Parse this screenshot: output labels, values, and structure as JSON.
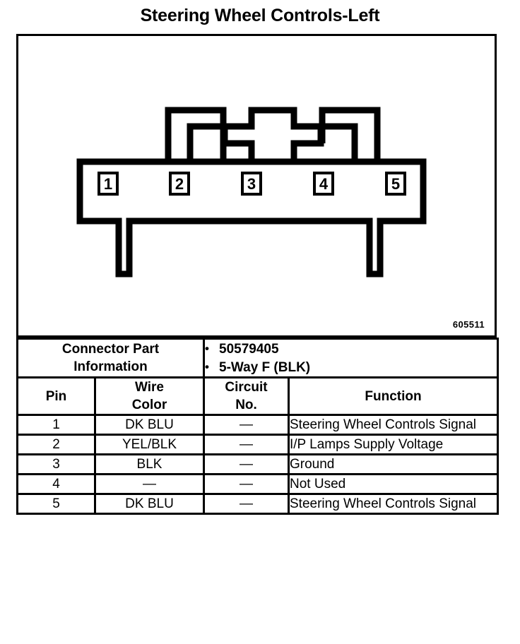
{
  "title": "Steering Wheel Controls-Left",
  "diagram": {
    "reference_number": "605511",
    "connector_type": "5-way female blade connector, front view",
    "pins": [
      {
        "number": "1"
      },
      {
        "number": "2"
      },
      {
        "number": "3"
      },
      {
        "number": "4"
      },
      {
        "number": "5"
      }
    ]
  },
  "table": {
    "connector_part_information": {
      "label_line1": "Connector Part",
      "label_line2": "Information",
      "bullet": "•",
      "values": [
        "50579405",
        "5-Way F (BLK)"
      ]
    },
    "headers": {
      "pin": "Pin",
      "wire_color_line1": "Wire",
      "wire_color_line2": "Color",
      "circuit_no_line1": "Circuit",
      "circuit_no_line2": "No.",
      "function": "Function"
    },
    "rows": [
      {
        "pin": "1",
        "wire_color": "DK BLU",
        "circuit_no": "—",
        "function": "Steering Wheel Controls Signal"
      },
      {
        "pin": "2",
        "wire_color": "YEL/BLK",
        "circuit_no": "—",
        "function": "I/P Lamps Supply Voltage"
      },
      {
        "pin": "3",
        "wire_color": "BLK",
        "circuit_no": "—",
        "function": "Ground"
      },
      {
        "pin": "4",
        "wire_color": "—",
        "circuit_no": "—",
        "function": "Not Used"
      },
      {
        "pin": "5",
        "wire_color": "DK BLU",
        "circuit_no": "—",
        "function": "Steering Wheel Controls Signal"
      }
    ]
  },
  "colors": {
    "ink": "#000000",
    "paper": "#ffffff"
  }
}
